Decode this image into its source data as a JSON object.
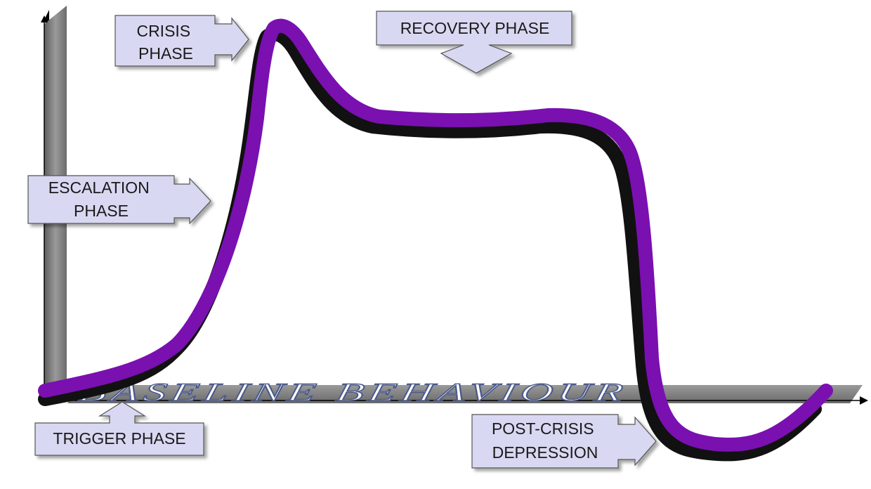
{
  "labels": {
    "crisis_phase": [
      "CRISIS",
      "PHASE"
    ],
    "recovery_phase": "RECOVERY PHASE",
    "escalation_phase": [
      "ESCALATION",
      "PHASE"
    ],
    "trigger_phase": "TRIGGER PHASE",
    "post_crisis_depression": [
      "POST-CRISIS",
      "DEPRESSION"
    ],
    "baseline_behaviour": "BASELINE BEHAVIOUR"
  },
  "colors": {
    "curve": "#7a10b0",
    "curve_shadow": "#111111",
    "axis": "#8a8a8a",
    "callout_fill": "#d8d8f2",
    "callout_border": "#555555"
  }
}
